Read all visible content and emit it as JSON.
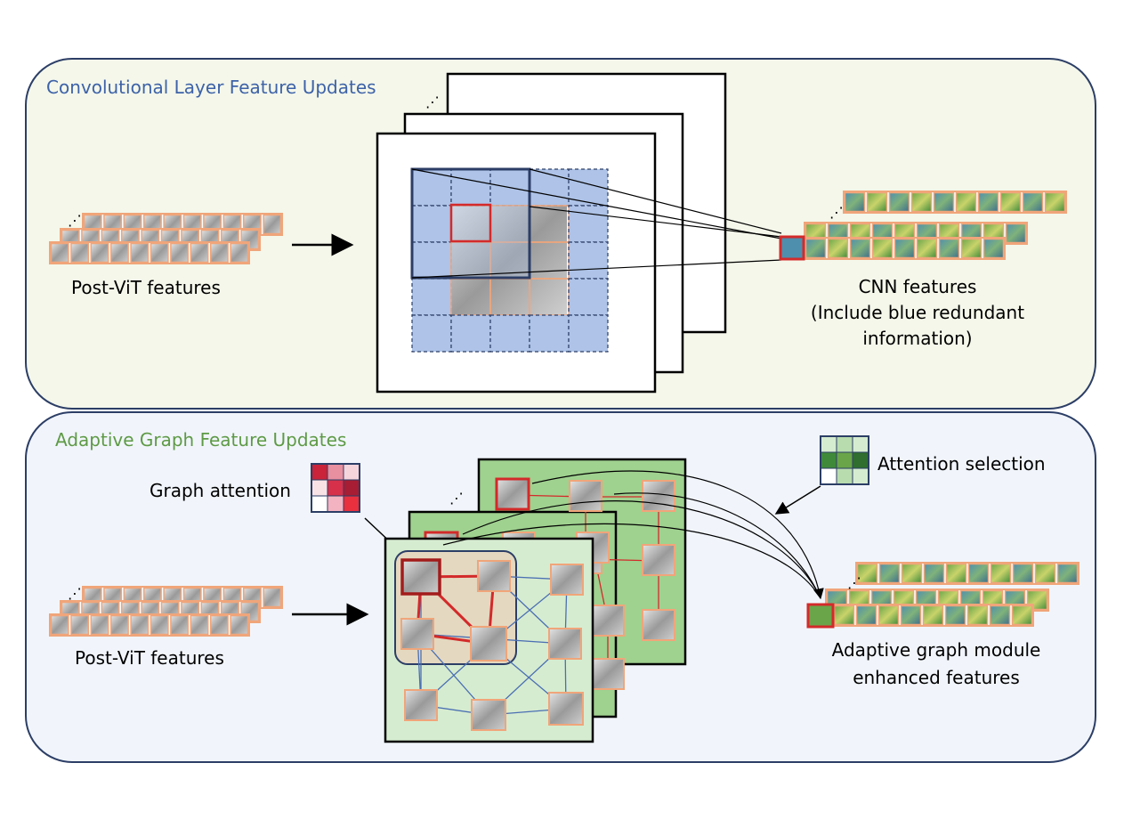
{
  "top_panel": {
    "title": "Convolutional Layer Feature Updates",
    "input_label": "Post-ViT features",
    "output_label_lines": [
      "CNN features",
      "(Include blue redundant",
      "information)"
    ],
    "redundant_color": "#aac0e6",
    "panel_fill": "#f4f7ea",
    "title_color": "#3d62a8"
  },
  "bottom_panel": {
    "title": "Adaptive Graph Feature Updates",
    "input_label": "Post-ViT features",
    "graph_attention_label": "Graph attention",
    "attention_selection_label": "Attention selection",
    "output_label_lines": [
      "Adaptive graph module",
      "enhanced features"
    ],
    "panel_fill": "#f1f5fb",
    "title_color": "#5e9a46",
    "graph_plane_color": "#9fd18f",
    "front_plane_color": "#d6ecd0"
  },
  "colors": {
    "patch_border": "#f0a57a",
    "highlight_red": "#d32a2a",
    "edge_blue": "#4a6fb3",
    "panel_border": "#2c3e66"
  }
}
